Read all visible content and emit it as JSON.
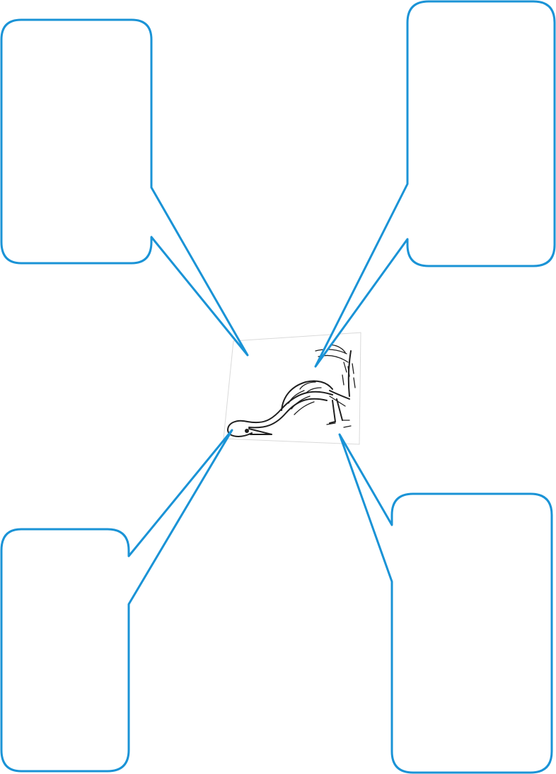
{
  "diagram": {
    "colors": {
      "outline": "#1a93d6",
      "ink": "#1f1f1f",
      "background": "#ffffff"
    },
    "central_image": {
      "subject": "crane-bird-drawing",
      "icon": "crane-icon"
    },
    "callouts": [
      {
        "id": "top-left",
        "text": ""
      },
      {
        "id": "top-right",
        "text": ""
      },
      {
        "id": "bottom-left",
        "text": ""
      },
      {
        "id": "bottom-right",
        "text": ""
      }
    ]
  }
}
